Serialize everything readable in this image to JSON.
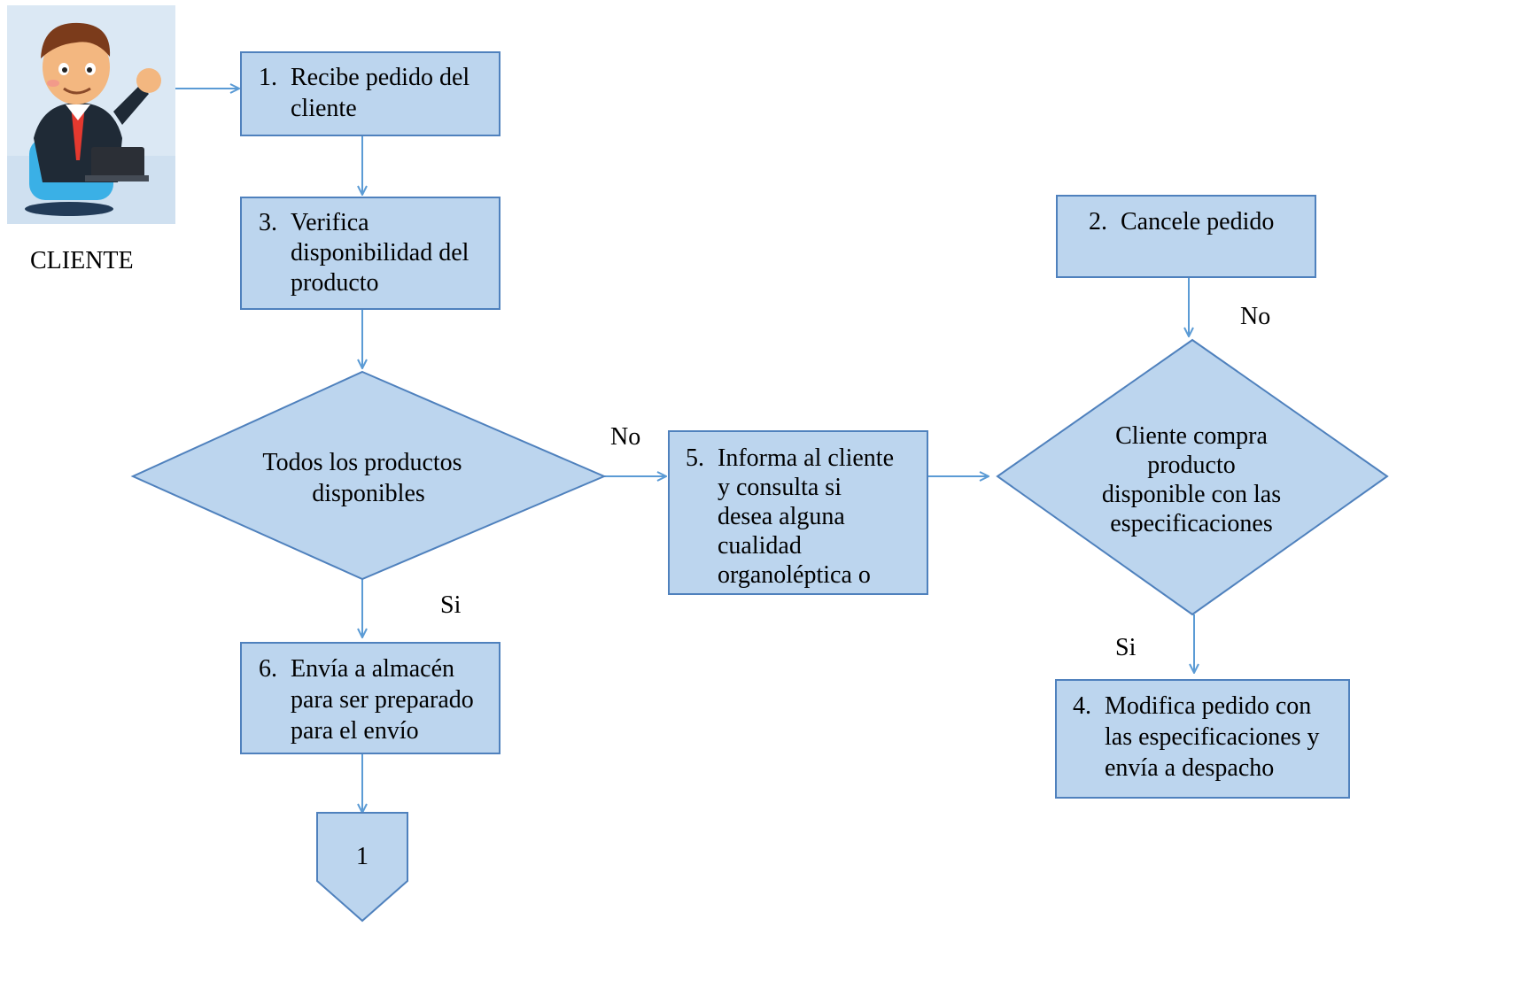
{
  "actor": {
    "label": "CLIENTE",
    "icon": "businessman-icon"
  },
  "steps": {
    "s1": {
      "num": "1.",
      "lines": [
        "Recibe pedido del",
        "cliente"
      ]
    },
    "s3": {
      "num": "3.",
      "lines": [
        "Verifica",
        "disponibilidad del",
        "producto"
      ]
    },
    "s6": {
      "num": "6.",
      "lines": [
        "Envía a almacén",
        "para ser preparado",
        "para el envío"
      ]
    },
    "s5": {
      "num": "5.",
      "lines": [
        "Informa al cliente",
        "y consulta si",
        "desea alguna",
        "cualidad",
        "organoléptica o"
      ]
    },
    "s2": {
      "num": "2.",
      "lines": [
        "Cancele pedido"
      ]
    },
    "s4": {
      "num": "4.",
      "lines": [
        "Modifica pedido con",
        "las especificaciones  y",
        "envía a despacho"
      ]
    }
  },
  "decisions": {
    "d1": {
      "lines": [
        "Todos los productos",
        "disponibles"
      ]
    },
    "d2": {
      "lines": [
        "Cliente compra",
        "producto",
        "disponible con las",
        "especificaciones"
      ]
    }
  },
  "labels": {
    "no1": "No",
    "si1": "Si",
    "no2": "No",
    "si2": "Si"
  },
  "connector": {
    "text": "1"
  },
  "colors": {
    "fill": "#bcd5ee",
    "stroke": "#4f81bd",
    "arrow": "#5b9bd5"
  }
}
